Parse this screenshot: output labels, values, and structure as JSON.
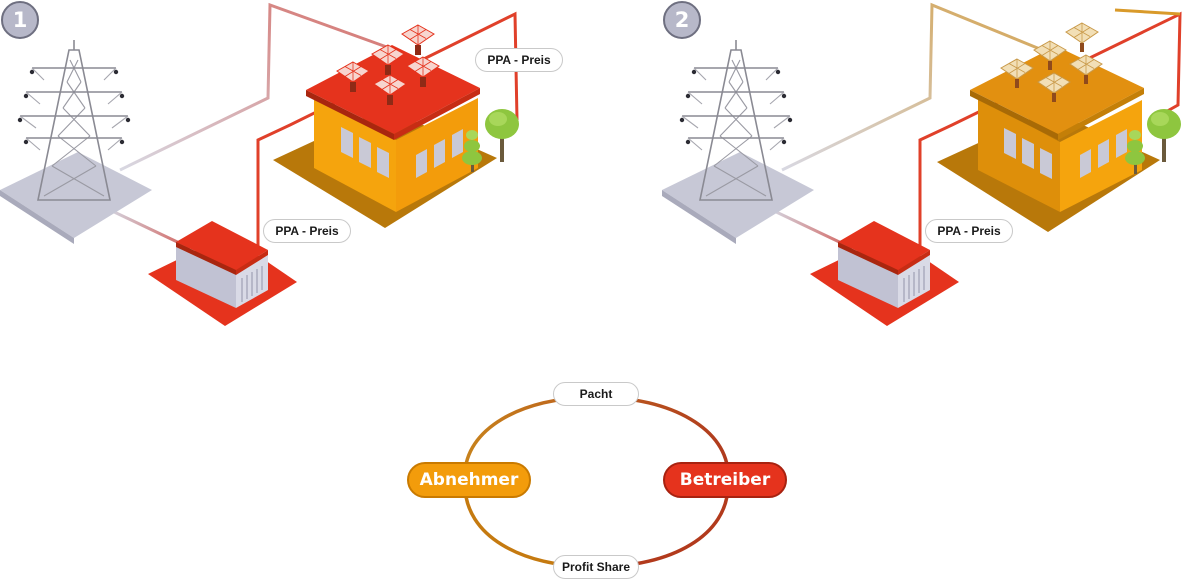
{
  "scenes": [
    {
      "badge": "1",
      "ppa_label_top": "PPA - Preis",
      "ppa_label_bottom": "PPA - Preis"
    },
    {
      "badge": "2",
      "ppa_label_top": "",
      "ppa_label_bottom": "PPA - Preis"
    }
  ],
  "cycle": {
    "left_party": "Abnehmer",
    "right_party": "Betreiber",
    "top_flow": "Pacht",
    "bottom_flow": "Profit Share"
  },
  "colors": {
    "red": "#e5331d",
    "orange": "#f39c0b",
    "dark_orange": "#b8780a",
    "grey_pad": "#c7c8d6",
    "badge": "#b7b8c9",
    "tree": "#8ec63f"
  }
}
